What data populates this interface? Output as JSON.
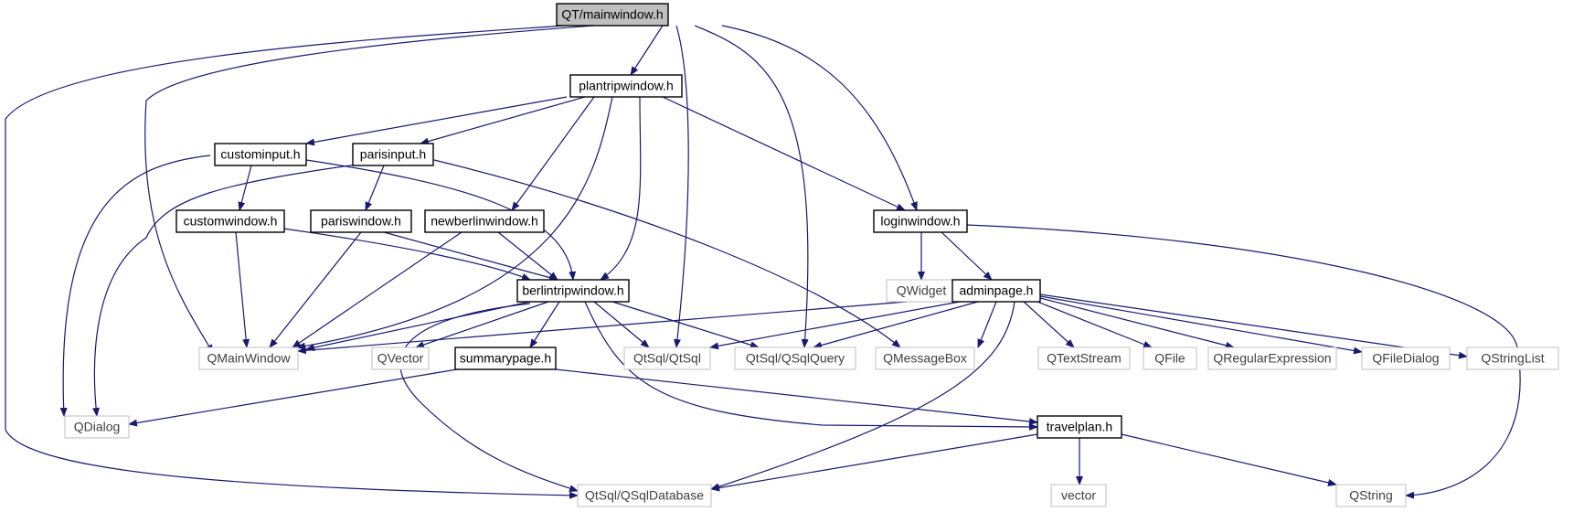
{
  "colors": {
    "edge": "#191970",
    "node_border_local": "#000000",
    "node_border_external": "#bfbfbf",
    "text_local": "#000000",
    "text_external": "#404040",
    "root_fill": "#bfbfbf",
    "node_fill": "#ffffff"
  },
  "nodes": [
    {
      "id": "mainwindow",
      "label": "QT/mainwindow.h",
      "kind": "root"
    },
    {
      "id": "plantripwindow",
      "label": "plantripwindow.h",
      "kind": "local"
    },
    {
      "id": "custominput",
      "label": "custominput.h",
      "kind": "local"
    },
    {
      "id": "parisinput",
      "label": "parisinput.h",
      "kind": "local"
    },
    {
      "id": "customwindow",
      "label": "customwindow.h",
      "kind": "local"
    },
    {
      "id": "pariswindow",
      "label": "pariswindow.h",
      "kind": "local"
    },
    {
      "id": "newberlinwindow",
      "label": "newberlinwindow.h",
      "kind": "local"
    },
    {
      "id": "loginwindow",
      "label": "loginwindow.h",
      "kind": "local"
    },
    {
      "id": "berlintripwindow",
      "label": "berlintripwindow.h",
      "kind": "local"
    },
    {
      "id": "qwidget",
      "label": "QWidget",
      "kind": "external"
    },
    {
      "id": "adminpage",
      "label": "adminpage.h",
      "kind": "local"
    },
    {
      "id": "qmainwindow",
      "label": "QMainWindow",
      "kind": "external"
    },
    {
      "id": "qvector",
      "label": "QVector",
      "kind": "external"
    },
    {
      "id": "summarypage",
      "label": "summarypage.h",
      "kind": "local"
    },
    {
      "id": "qtsql",
      "label": "QtSql/QtSql",
      "kind": "external"
    },
    {
      "id": "qsqlquery",
      "label": "QtSql/QSqlQuery",
      "kind": "external"
    },
    {
      "id": "qmessagebox",
      "label": "QMessageBox",
      "kind": "external"
    },
    {
      "id": "qtextstream",
      "label": "QTextStream",
      "kind": "external"
    },
    {
      "id": "qfile",
      "label": "QFile",
      "kind": "external"
    },
    {
      "id": "qregexp",
      "label": "QRegularExpression",
      "kind": "external"
    },
    {
      "id": "qfiledialog",
      "label": "QFileDialog",
      "kind": "external"
    },
    {
      "id": "qstringlist",
      "label": "QStringList",
      "kind": "external"
    },
    {
      "id": "qdialog",
      "label": "QDialog",
      "kind": "external"
    },
    {
      "id": "travelplan",
      "label": "travelplan.h",
      "kind": "local"
    },
    {
      "id": "qsqldatabase",
      "label": "QtSql/QSqlDatabase",
      "kind": "external"
    },
    {
      "id": "vector",
      "label": "vector",
      "kind": "external"
    },
    {
      "id": "qstring",
      "label": "QString",
      "kind": "external"
    }
  ]
}
